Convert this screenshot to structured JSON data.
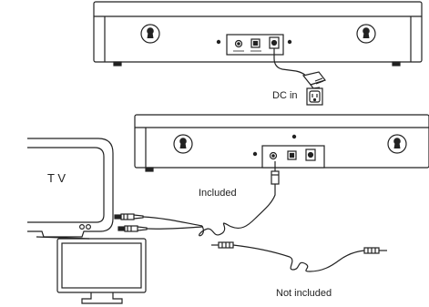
{
  "labels": {
    "dc_in": "DC in",
    "tv": "T V",
    "included": "Included",
    "not_included": "Not included"
  },
  "icons": [
    "keyhole-mount-icon",
    "power-outlet-icon",
    "power-adapter-icon",
    "rca-plug-icon",
    "aux-plug-icon"
  ],
  "colors": {
    "line": "#222222",
    "fill": "#ffffff"
  }
}
